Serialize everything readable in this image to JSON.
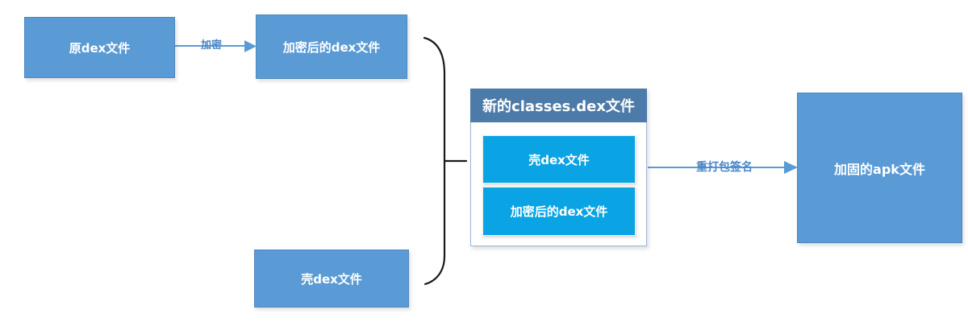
{
  "boxes": {
    "original_dex": {
      "label": "原dex文件"
    },
    "encrypted_dex": {
      "label": "加密后的dex文件"
    },
    "shell_dex": {
      "label": "壳dex文件"
    },
    "hardened_apk": {
      "label": "加固的apk文件"
    }
  },
  "container": {
    "title": "新的classes.dex文件",
    "items": [
      {
        "label": "壳dex文件"
      },
      {
        "label": "加密后的dex文件"
      }
    ]
  },
  "arrows": {
    "encrypt": {
      "label": "加密"
    },
    "repack_sign": {
      "label": "重打包签名"
    }
  },
  "colors": {
    "box_fill": "#5b9bd5",
    "box_border": "#4e86bd",
    "box_text": "#ffffff",
    "container_header_fill": "#4d7ba9",
    "container_border": "#9fb6d5",
    "inner_box_fill": "#0aa4e5",
    "arrow": "#5b9bd5",
    "arrow_label_text": "#4a86c6",
    "brace_stroke": "#1a1a1a"
  }
}
